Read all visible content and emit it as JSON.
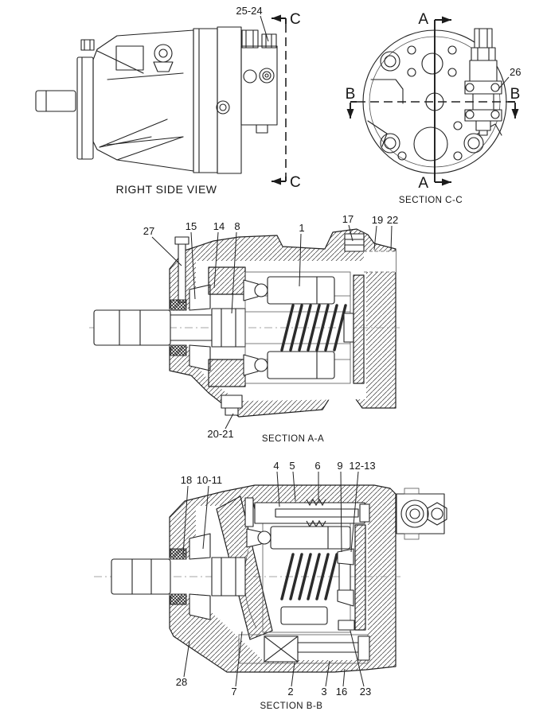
{
  "colors": {
    "line": "#1f1f1f",
    "background": "#ffffff"
  },
  "right_side_view": {
    "caption": "RIGHT SIDE VIEW",
    "callout_2524": "25-24",
    "section_c_top": "C",
    "section_c_bottom": "C"
  },
  "section_cc": {
    "caption": "SECTION C-C",
    "callout_26": "26",
    "a_top": "A",
    "a_bottom": "A",
    "b_left": "B",
    "b_right": "B"
  },
  "section_aa": {
    "caption": "SECTION A-A",
    "callouts_top": [
      "27",
      "15",
      "14",
      "8",
      "1",
      "17",
      "19",
      "22"
    ],
    "callout_bottom": "20-21"
  },
  "section_bb": {
    "caption": "SECTION B-B",
    "callouts_top": [
      "18",
      "10-11",
      "4",
      "5",
      "6",
      "9",
      "12-13"
    ],
    "callouts_bottom": [
      "28",
      "7",
      "2",
      "3",
      "16",
      "23"
    ]
  }
}
